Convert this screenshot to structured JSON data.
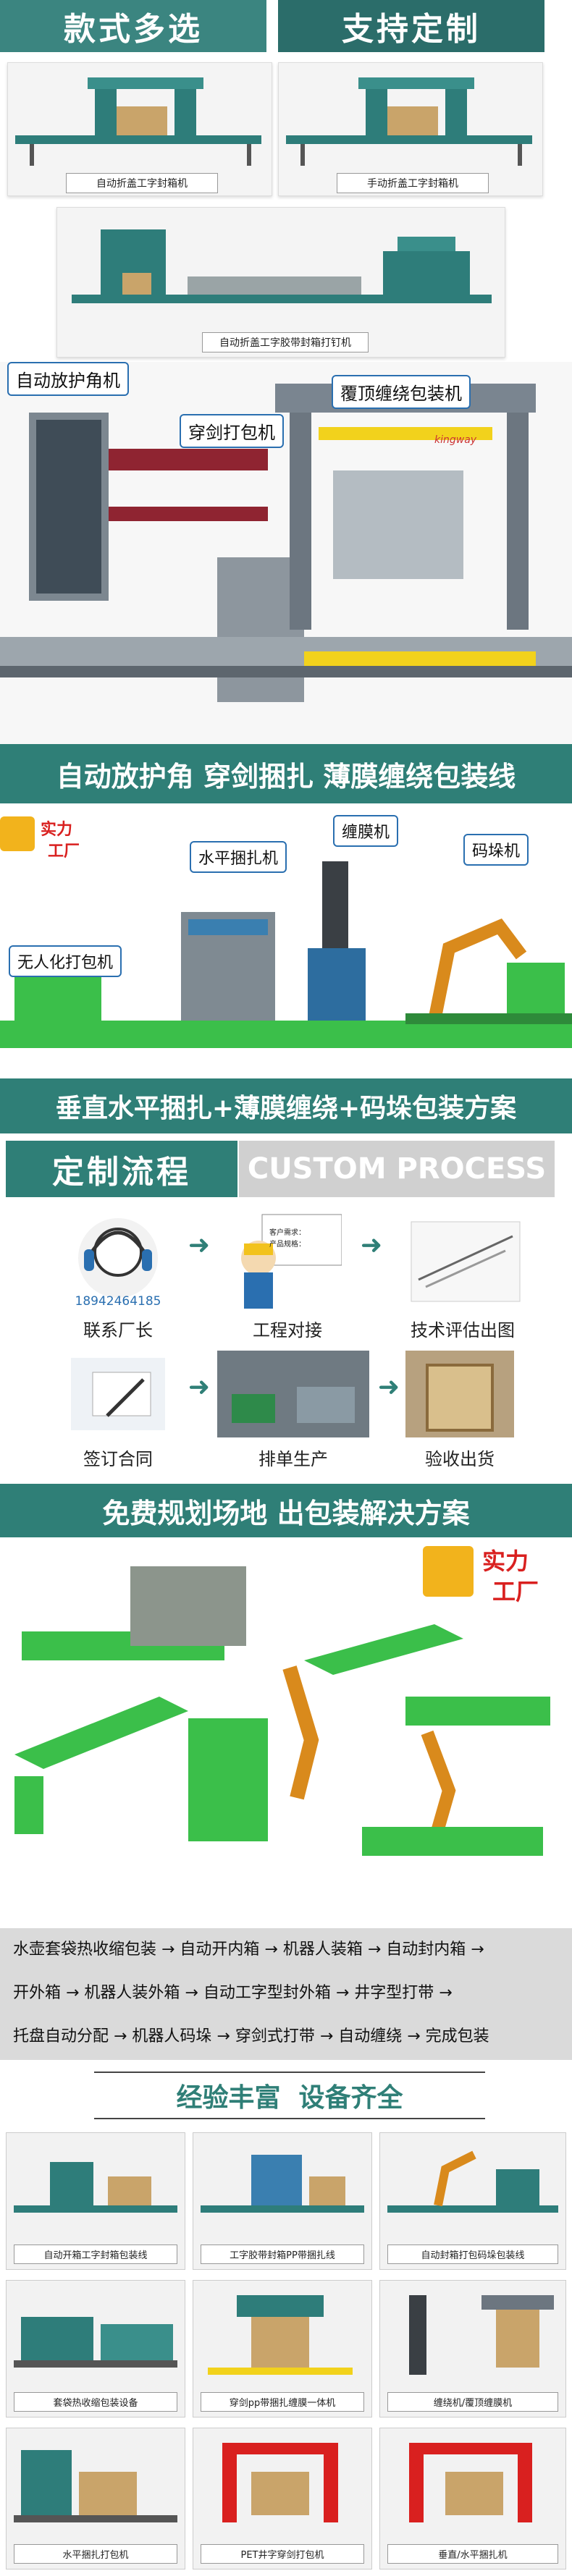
{
  "header": {
    "left_title": "款式多选",
    "right_title": "支持定制"
  },
  "top_machines": [
    {
      "label": "自动折盖工字封箱机"
    },
    {
      "label": "手动折盖工字封箱机"
    },
    {
      "label": "自动折盖工字胶带封箱打钉机"
    }
  ],
  "line1": {
    "callouts": [
      "自动放护角机",
      "穿剑打包机",
      "覆顶缠绕包装机"
    ],
    "banner": "自动放护角 穿剑捆扎 薄膜缠绕包装线",
    "brand": "kingway"
  },
  "line2": {
    "badge_top": "实力",
    "badge_bottom": "工厂",
    "callouts": [
      "水平捆扎机",
      "缠膜机",
      "码垛机",
      "无人化打包机"
    ],
    "banner": "垂直水平捆扎+薄膜缠绕+码垛包装方案"
  },
  "custom": {
    "title_cn": "定制流程",
    "title_en": "CUSTOM PROCESS",
    "steps": [
      {
        "label": "联系厂长",
        "sub": "18942464185"
      },
      {
        "label": "工程对接"
      },
      {
        "label": "技术评估出图"
      },
      {
        "label": "签订合同"
      },
      {
        "label": "排单生产"
      },
      {
        "label": "验收出货"
      }
    ],
    "board_text": [
      "客户需求：",
      "产品规格："
    ]
  },
  "plan": {
    "banner": "免费规划场地 出包装解决方案",
    "badge_top": "实力",
    "badge_bottom": "工厂"
  },
  "flow": {
    "row1": "水壶套袋热收缩包装 → 自动开内箱 → 机器人装箱 → 自动封内箱 →",
    "row2": "开外箱 → 机器人装外箱 → 自动工字型封外箱 → 井字型打带 →",
    "row3": "托盘自动分配 → 机器人码垛 → 穿剑式打带 → 自动缠绕 → 完成包装"
  },
  "experience": {
    "title": "经验丰富  设备齐全",
    "items": [
      {
        "label": "自动开箱工字封箱包装线"
      },
      {
        "label": "工字胶带封箱PP带捆扎线"
      },
      {
        "label": "自动封箱打包码垛包装线"
      },
      {
        "label": "套袋热收缩包装设备"
      },
      {
        "label": "穿剑pp带捆扎缠膜一体机"
      },
      {
        "label": "缠绕机/覆顶缠膜机"
      },
      {
        "label": "水平捆扎打包机"
      },
      {
        "label": "PET井字穿剑打包机"
      },
      {
        "label": "垂直/水平捆扎机"
      }
    ]
  },
  "colors": {
    "teal": "#2f7f77",
    "red": "#d9201f",
    "green_machine": "#3bbf4a",
    "yellow": "#f2d21c"
  }
}
